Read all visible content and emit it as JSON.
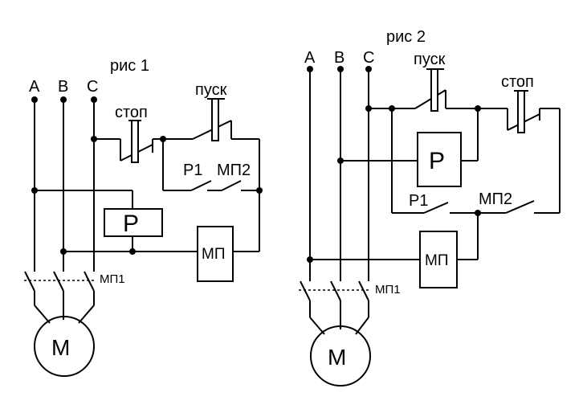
{
  "figure1": {
    "caption": "рис 1",
    "phases": [
      "A",
      "B",
      "C"
    ],
    "stop_label": "стоп",
    "start_label": "пуск",
    "contact_p1": "Р1",
    "contact_mp2": "МП2",
    "relay_label": "Р",
    "starter_label": "МП",
    "main_contact_label": "МП1",
    "motor_label": "М"
  },
  "figure2": {
    "caption": "рис 2",
    "phases": [
      "A",
      "B",
      "C"
    ],
    "stop_label": "стоп",
    "start_label": "пуск",
    "contact_p1": "Р1",
    "contact_mp2": "МП2",
    "relay_label": "Р",
    "starter_label": "МП",
    "main_contact_label": "МП1",
    "motor_label": "М"
  }
}
